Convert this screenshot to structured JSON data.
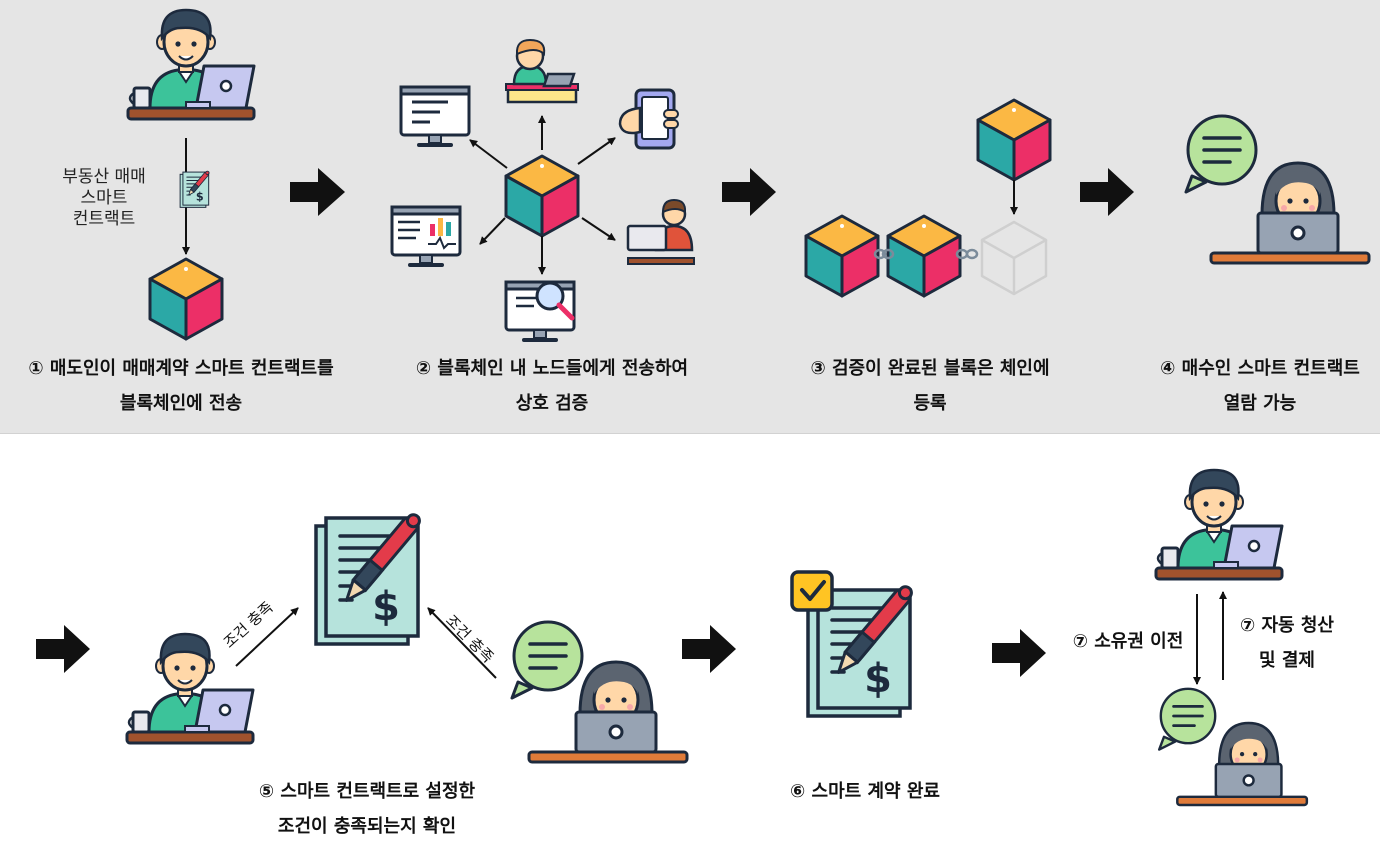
{
  "steps": {
    "step1": {
      "line1": "① 매도인이 매매계약 스마트 컨트랙트를",
      "line2": "블록체인에 전송"
    },
    "step2": {
      "line1": "② 블록체인 내 노드들에게 전송하여",
      "line2": "상호 검증"
    },
    "step3": {
      "line1": "③ 검증이 완료된 블록은 체인에",
      "line2": "등록"
    },
    "step4": {
      "line1": "④ 매수인 스마트 컨트랙트",
      "line2": "열람 가능"
    },
    "step5": {
      "line1": "⑤ 스마트 컨트랙트로 설정한",
      "line2": "조건이 충족되는지 확인"
    },
    "step6": {
      "line1": "⑥ 스마트 계약 완료"
    },
    "step7a": {
      "line1": "⑦ 소유권 이전"
    },
    "step7b": {
      "line1": "⑦ 자동 청산",
      "line2": "및 결제"
    }
  },
  "notes": {
    "contract_note": {
      "line1": "부동산 매매",
      "line2": "스마트",
      "line3": "컨트랙트"
    },
    "condition_left": "조건 충족",
    "condition_right": "조건 충족"
  },
  "icons": {
    "seller": "seller-at-laptop-icon",
    "buyer": "buyer-at-laptop-icon",
    "block": "block-cube-icon",
    "empty_block": "empty-block-outline-icon",
    "chain": "chain-link-icon",
    "contract": "contract-document-icon",
    "contract_complete": "contract-complete-check-icon",
    "speech": "speech-bubble-icon",
    "arrow": "big-right-arrow-icon",
    "monitor": "monitor-node-icon",
    "phone": "smartphone-node-icon",
    "dashboard": "dashboard-node-icon",
    "search": "search-monitor-node-icon",
    "desk_person": "person-at-desk-node-icon"
  },
  "colors": {
    "top_panel_bg": "#e5e5e5",
    "cube_top": "#fbb844",
    "cube_left": "#2ba8a6",
    "cube_right": "#ec2f67",
    "outline": "#1d2a3d",
    "contract_paper": "#b6e3dc",
    "pen_red": "#e33b4a",
    "speech_green": "#b7e39c",
    "laptop_gray": "#97a3b3",
    "desk_brown": "#a0522d",
    "shirt_teal": "#3cc39a",
    "skin": "#ffd7a8",
    "hair_dark": "#33475b",
    "check_yellow": "#ffc423"
  }
}
